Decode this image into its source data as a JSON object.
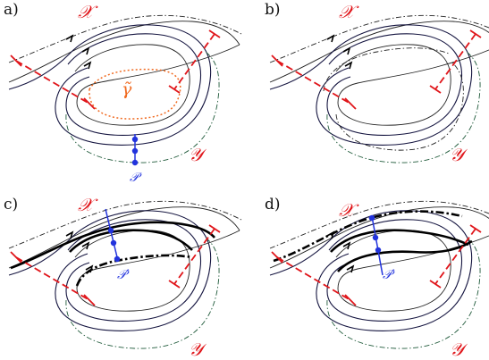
{
  "panels": [
    {
      "label": "a)",
      "set_x": "𝒳",
      "set_y": "𝒴",
      "gamma": "γ̃",
      "point": "𝒫"
    },
    {
      "label": "b)",
      "set_x": "𝒳",
      "set_y": "𝒴"
    },
    {
      "label": "c)",
      "set_x": "𝒳",
      "set_y": "𝒴",
      "point": "𝒫′"
    },
    {
      "label": "d)",
      "set_x": "𝒳",
      "set_y": "𝒴",
      "point": "𝒫′"
    }
  ],
  "colors": {
    "section": "#e0151a",
    "point": "#2233dd",
    "gamma": "#f06a20",
    "orbit": "#151540",
    "boundary_y": "#1f5a3a"
  }
}
